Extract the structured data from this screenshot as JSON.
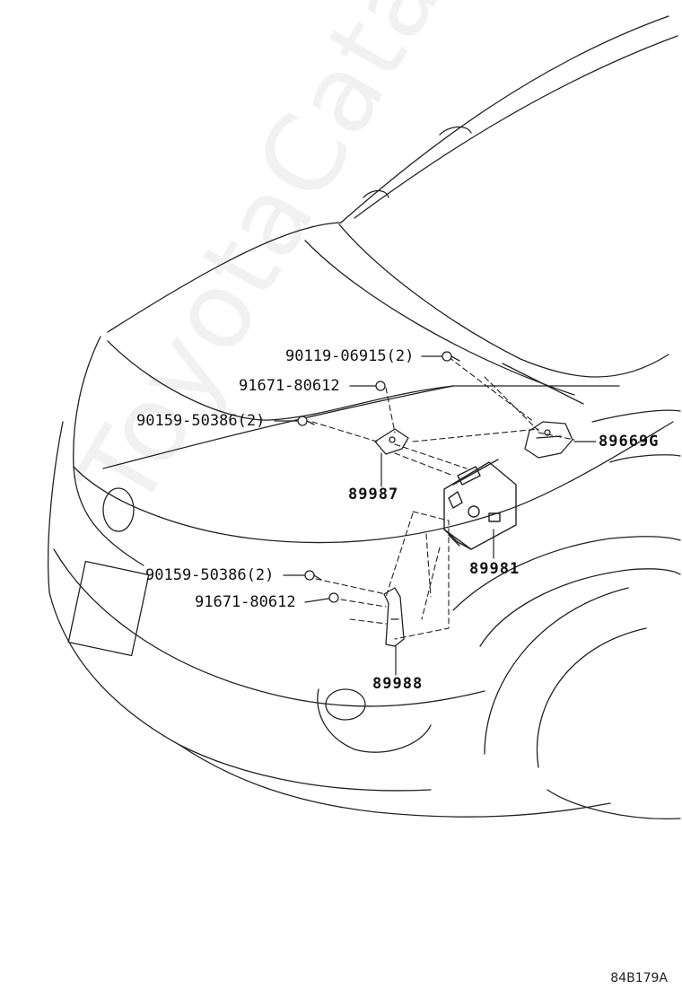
{
  "watermark": "ToyotaCatalog.ru",
  "drawing_code": "84B179A",
  "parts": [
    {
      "id": "bolt-upper",
      "number": "90119-06915",
      "qty": "(2)"
    },
    {
      "id": "nut-upper",
      "number": "91671-80612",
      "qty": ""
    },
    {
      "id": "screw-upper",
      "number": "90159-50386",
      "qty": "(2)"
    },
    {
      "id": "bracket-left",
      "number": "89987",
      "qty": ""
    },
    {
      "id": "bracket-right",
      "number": "89669G",
      "qty": ""
    },
    {
      "id": "ecu",
      "number": "89981",
      "qty": ""
    },
    {
      "id": "screw-lower",
      "number": "90159-50386",
      "qty": "(2)"
    },
    {
      "id": "nut-lower",
      "number": "91671-80612",
      "qty": ""
    },
    {
      "id": "bracket-lower",
      "number": "89988",
      "qty": ""
    }
  ]
}
